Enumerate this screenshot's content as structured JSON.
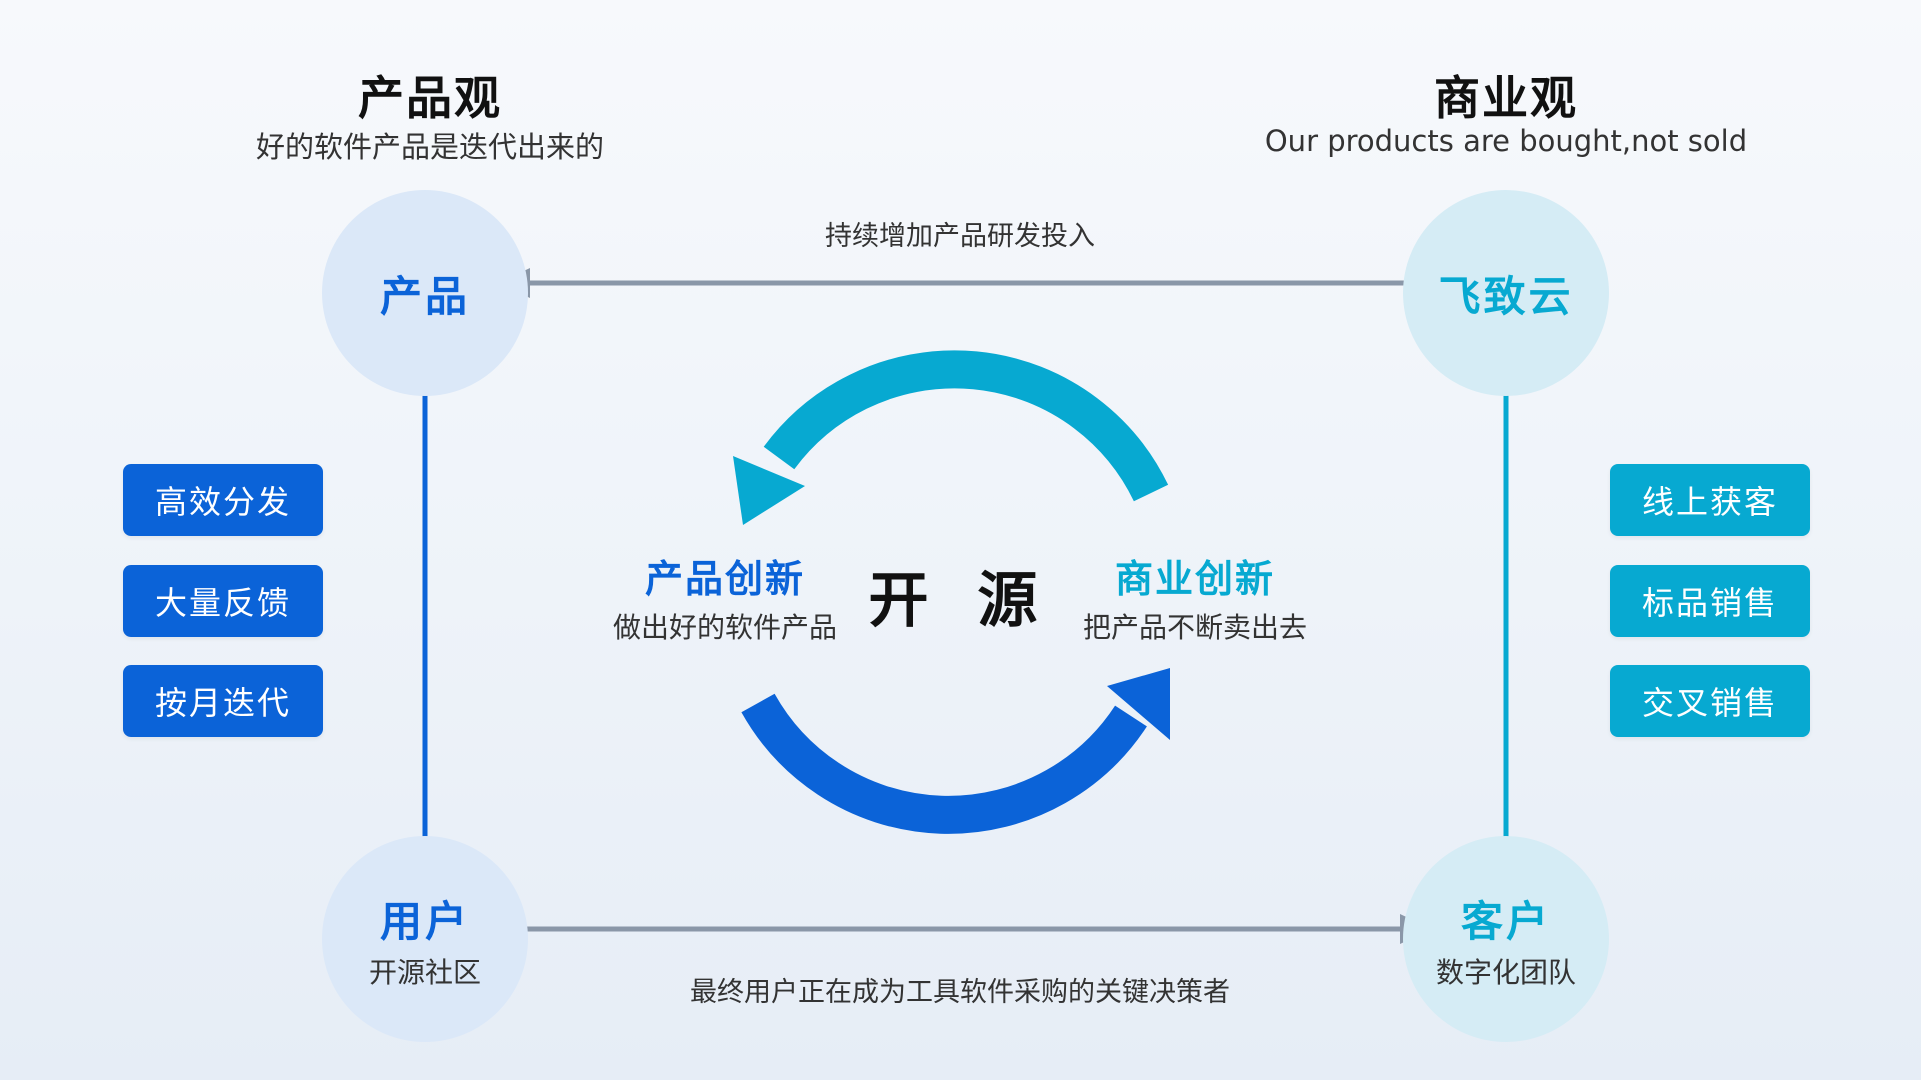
{
  "colors": {
    "blue": "#0b63d8",
    "cyan": "#07a9d1",
    "gray_arrow": "#8a97a8"
  },
  "left": {
    "heading": "产品观",
    "subheading": "好的软件产品是迭代出来的",
    "top_node": "产品",
    "bottom_node": {
      "title": "用户",
      "subtitle": "开源社区"
    },
    "tags": [
      "高效分发",
      "大量反馈",
      "按月迭代"
    ]
  },
  "right": {
    "heading": "商业观",
    "subheading": "Our products are bought,not sold",
    "top_node": "飞致云",
    "bottom_node": {
      "title": "客户",
      "subtitle": "数字化团队"
    },
    "tags": [
      "线上获客",
      "标品销售",
      "交叉销售"
    ]
  },
  "flows": {
    "top": "持续增加产品研发投入",
    "bottom": "最终用户正在成为工具软件采购的关键决策者"
  },
  "center": {
    "title": "开 源",
    "left": {
      "title": "产品创新",
      "subtitle": "做出好的软件产品"
    },
    "right": {
      "title": "商业创新",
      "subtitle": "把产品不断卖出去"
    }
  }
}
